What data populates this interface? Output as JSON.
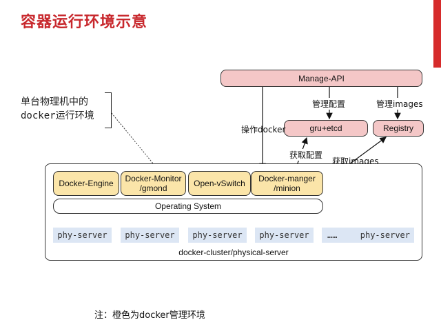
{
  "title": "容器运行环境示意",
  "annotation": {
    "line1": "单台物理机中的",
    "line2": "docker运行环境"
  },
  "top_nodes": {
    "manage_api": "Manage-API",
    "gru_etcd": "gru+etcd",
    "registry": "Registry"
  },
  "edge_labels": {
    "manage_config": "管理配置",
    "manage_images": "管理images",
    "operate_docker": "操作docker",
    "get_config": "获取配置",
    "get_images": "获取images"
  },
  "components": {
    "docker_engine": "Docker-Engine",
    "docker_monitor_line1": "Docker-Monitor",
    "docker_monitor_line2": "/gmond",
    "open_vswitch": "Open-vSwitch",
    "docker_manger_line1": "Docker-manger",
    "docker_manger_line2": "/minion",
    "operating_system": "Operating System"
  },
  "servers": [
    "phy-server",
    "phy-server",
    "phy-server",
    "phy-server",
    "phy-server"
  ],
  "ellipsis": "……",
  "cluster_label": "docker-cluster/physical-server",
  "note": "注：橙色为docker管理环境",
  "colors": {
    "title_red": "#c8282d",
    "accent_bar": "#d62b2b",
    "pink_node": "#f4c7c7",
    "yellow_node": "#fbe5a9",
    "server_blue": "#dce6f4"
  }
}
